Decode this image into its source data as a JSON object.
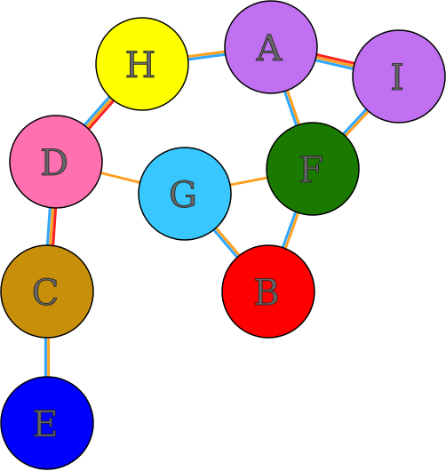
{
  "diagram": {
    "nodes": [
      {
        "id": "A",
        "label": "A",
        "color": "#c070f0"
      },
      {
        "id": "B",
        "label": "B",
        "color": "#ff0000"
      },
      {
        "id": "C",
        "label": "C",
        "color": "#c8900a"
      },
      {
        "id": "D",
        "label": "D",
        "color": "#ff70b0"
      },
      {
        "id": "E",
        "label": "E",
        "color": "#0000ff"
      },
      {
        "id": "F",
        "label": "F",
        "color": "#1a7a00"
      },
      {
        "id": "G",
        "label": "G",
        "color": "#38c8ff"
      },
      {
        "id": "H",
        "label": "H",
        "color": "#ffff00"
      },
      {
        "id": "I",
        "label": "I",
        "color": "#c070f0"
      }
    ],
    "edges": [
      {
        "from": "H",
        "to": "A",
        "colors": [
          "#ffa020",
          "#30a8ff"
        ]
      },
      {
        "from": "A",
        "to": "I",
        "colors": [
          "#ff2020",
          "#ffa020",
          "#30a8ff"
        ]
      },
      {
        "from": "A",
        "to": "F",
        "colors": [
          "#ffa020",
          "#30a8ff"
        ]
      },
      {
        "from": "I",
        "to": "F",
        "colors": [
          "#ffa020",
          "#30a8ff"
        ]
      },
      {
        "from": "H",
        "to": "D",
        "colors": [
          "#ff2020",
          "#ffa020",
          "#30a8ff"
        ]
      },
      {
        "from": "D",
        "to": "G",
        "colors": [
          "#ffa020"
        ]
      },
      {
        "from": "G",
        "to": "F",
        "colors": [
          "#ffa020"
        ]
      },
      {
        "from": "G",
        "to": "B",
        "colors": [
          "#ffa020",
          "#30a8ff"
        ]
      },
      {
        "from": "F",
        "to": "B",
        "colors": [
          "#ffa020",
          "#30a8ff"
        ]
      },
      {
        "from": "D",
        "to": "C",
        "colors": [
          "#ff2020",
          "#ffa020",
          "#30a8ff"
        ]
      },
      {
        "from": "C",
        "to": "E",
        "colors": [
          "#ffa020",
          "#30a8ff"
        ]
      }
    ]
  }
}
